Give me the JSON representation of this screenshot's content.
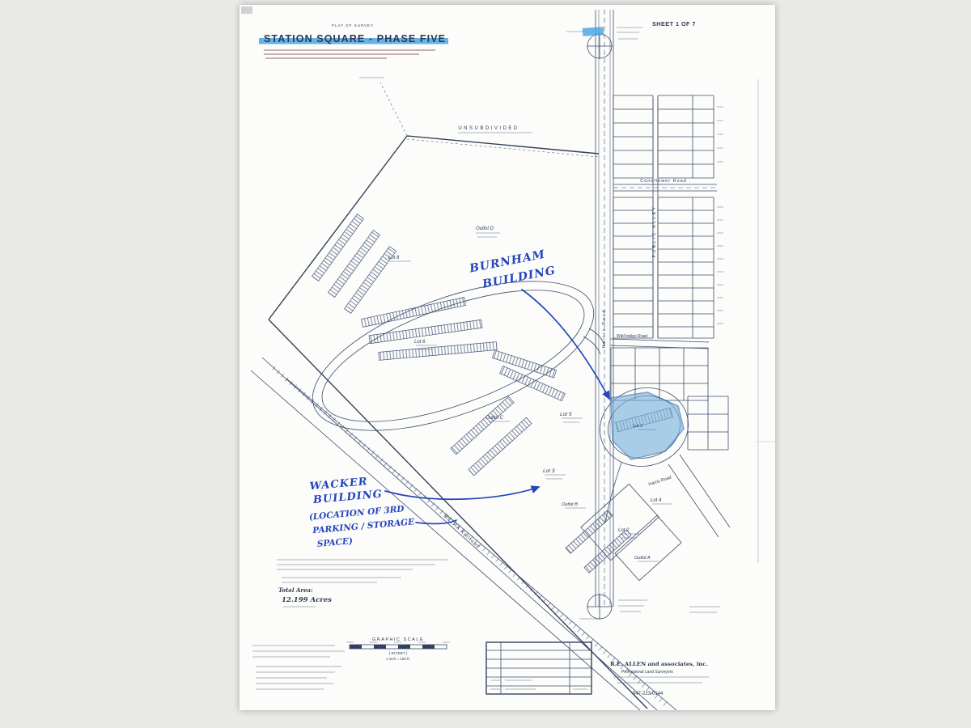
{
  "page": {
    "surtitle": "PLAT OF SURVEY",
    "title": "STATION SQUARE - PHASE FIVE",
    "sheet": "SHEET 1 OF 7"
  },
  "map": {
    "labels": {
      "unsubdivided": "UNSUBDIVIDED",
      "outlot_d": "Outlot D",
      "lot_8": "Lot 8",
      "lot_6": "Lot 6",
      "outlot_c": "Outlot C",
      "lot_5": "Lot 5",
      "lot_3": "Lot 3",
      "outlot_b": "Outlot B",
      "lot_4": "Lot 4",
      "lot_2": "Lot 2",
      "outlot_a": "Outlot A",
      "lot_1": "Lot 1"
    },
    "roads": {
      "coneflower": "Coneflower Road",
      "wild_indigo": "Wild Indigo Road",
      "public_alley": "PUBLIC ALLEY",
      "harris_vertical": "Harris Road",
      "harris_se": "Harris Road",
      "metra": "METRA Railroad"
    }
  },
  "annotations": {
    "burnham": [
      "BURNHAM",
      "BUILDING"
    ],
    "wacker": [
      "WACKER",
      "BUILDING",
      "(LOCATION OF 3RD",
      "PARKING / STORAGE",
      "SPACE)"
    ]
  },
  "totals": {
    "label": "Total Area:",
    "value": "12.199 Acres"
  },
  "scale": {
    "title": "GRAPHIC SCALE",
    "unit": "( IN FEET )",
    "ratio": "1 inch = 100 ft."
  },
  "firm": {
    "name": "R.E. ALLEN and associates, inc.",
    "tagline": "Professional Land Surveyors",
    "phone": "847-223-0144"
  },
  "colors": {
    "highlight_blue": "#4da3e0",
    "pen_blue": "#2545bd",
    "ink": "#3b4d6e"
  }
}
